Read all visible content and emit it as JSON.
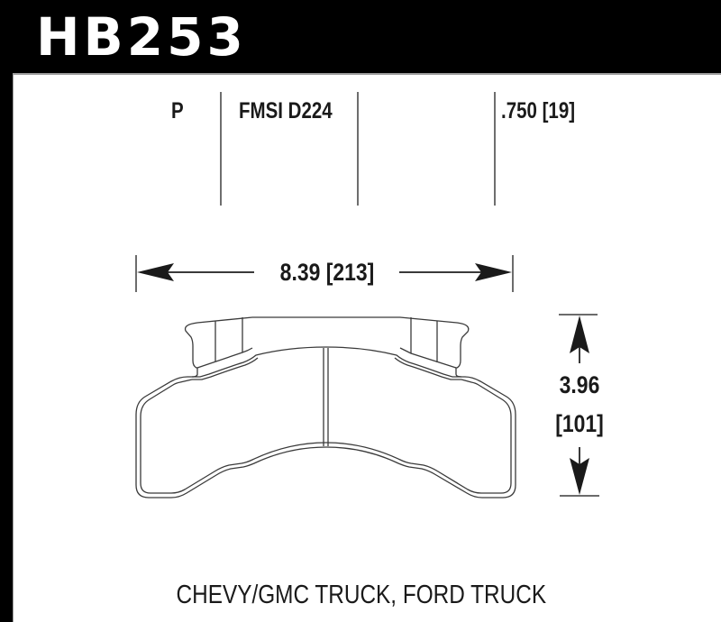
{
  "header": {
    "part_number": "HB253",
    "background_color": "#000000",
    "text_color": "#ffffff"
  },
  "specs": {
    "compound": "P",
    "fmsi": "FMSI D224",
    "thickness": ".750 [19]"
  },
  "dimensions": {
    "width": "8.39 [213]",
    "height_in": "3.96",
    "height_mm": "[101]"
  },
  "application": {
    "vehicles": "CHEVY/GMC TRUCK, FORD TRUCK"
  },
  "colors": {
    "line": "#3a3a3a",
    "text": "#1a1a1a",
    "divider": "#6e6e6e"
  }
}
